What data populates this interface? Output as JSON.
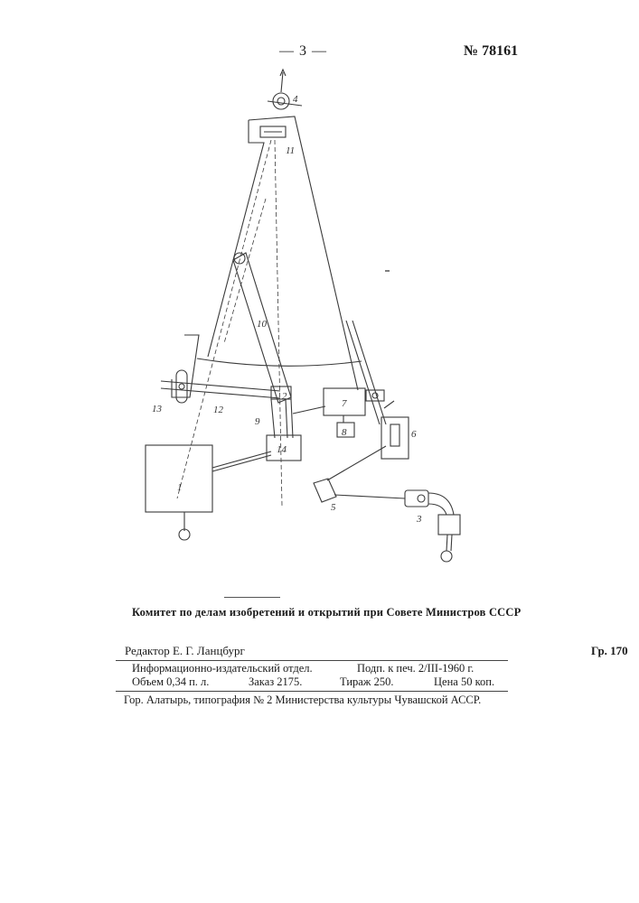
{
  "header": {
    "page_number": "— 3 —",
    "patent_number": "№ 78161"
  },
  "figure": {
    "labels": [
      "4",
      "11",
      "10",
      "12",
      "13",
      "2",
      "9",
      "14",
      "7",
      "8",
      "6",
      "1",
      "5",
      "3"
    ]
  },
  "imprint": {
    "committee": "Комитет по делам изобретений и открытий при Совете Министров СССР",
    "editor": "Редактор Е. Г. Ланцбург",
    "group": "Гр. 170",
    "department": "Информационно-издательский отдел.",
    "signed_for_print": "Подп. к печ. 2/III-1960 г.",
    "volume": "Объем 0,34 п. л.",
    "order": "Заказ 2175.",
    "print_run": "Тираж 250.",
    "price": "Цена 50 коп.",
    "printer": "Гор. Алатырь, типография № 2 Министерства культуры Чувашской АССР."
  }
}
